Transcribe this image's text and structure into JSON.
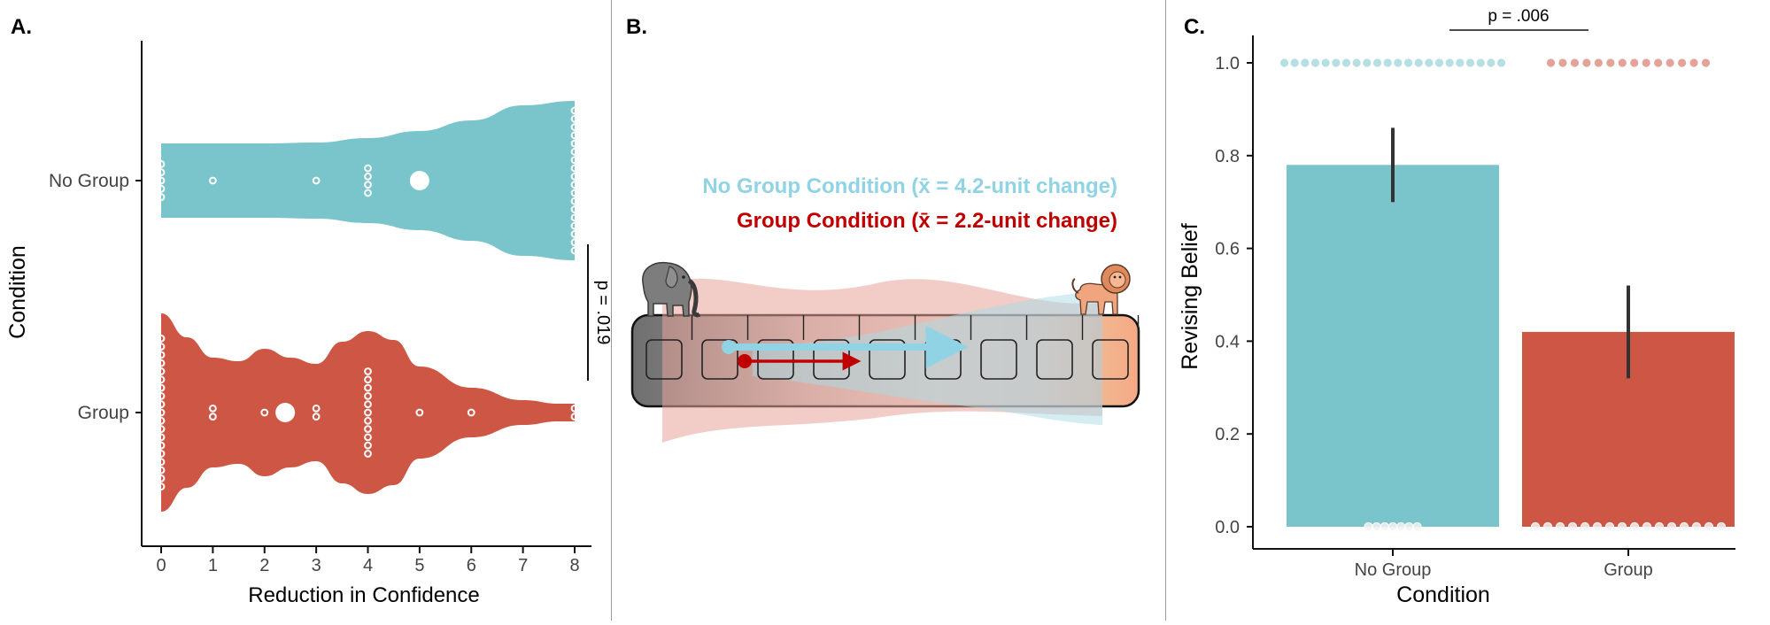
{
  "colors": {
    "teal": "#7AC4CC",
    "red": "#CD5744",
    "light_blue": "#8FD3E4",
    "dark_red": "#C00000",
    "pink": "#E8A49A",
    "panel_divider": "#9A9A9A"
  },
  "panelA": {
    "label": "A.",
    "chart_data": {
      "type": "violin",
      "xlabel": "Reduction in Confidence",
      "ylabel": "Condition",
      "xlim": [
        0,
        8
      ],
      "x_ticks": [
        "0",
        "1",
        "2",
        "3",
        "4",
        "5",
        "6",
        "7",
        "8"
      ],
      "categories": [
        "No Group",
        "Group"
      ],
      "series": [
        {
          "name": "No Group",
          "color": "#7AC4CC",
          "mean": 5.0,
          "points": [
            [
              0,
              5
            ],
            [
              1,
              1
            ],
            [
              3,
              1
            ],
            [
              4,
              4
            ],
            [
              5,
              2
            ],
            [
              8,
              18
            ]
          ]
        },
        {
          "name": "Group",
          "color": "#CD5744",
          "mean": 2.4,
          "points": [
            [
              0,
              19
            ],
            [
              1,
              2
            ],
            [
              2,
              1
            ],
            [
              3,
              2
            ],
            [
              4,
              11
            ],
            [
              5,
              1
            ],
            [
              6,
              1
            ],
            [
              8,
              2
            ]
          ]
        }
      ],
      "annotation": "p = .019"
    }
  },
  "panelB": {
    "label": "B.",
    "legend_nogroup": "No Group Condition (x̄ = 4.2-unit change)",
    "legend_group": "Group Condition (x̄ = 2.2-unit change)",
    "scale_units": 9,
    "nogroup_change": 4.2,
    "group_change": 2.2,
    "icons": [
      "elephant-icon",
      "lion-icon"
    ]
  },
  "panelC": {
    "label": "C.",
    "chart_data": {
      "type": "bar",
      "categories": [
        "No Group",
        "Group"
      ],
      "values": [
        0.78,
        0.42
      ],
      "error": [
        [
          0.7,
          0.86
        ],
        [
          0.32,
          0.52
        ]
      ],
      "colors": [
        "#7AC4CC",
        "#CD5744"
      ],
      "xlabel": "Condition",
      "ylabel": "Revising Belief",
      "ylim": [
        0,
        1.0
      ],
      "y_ticks": [
        "0.0",
        "0.2",
        "0.4",
        "0.6",
        "0.8",
        "1.0"
      ],
      "points_at_one": [
        22,
        14
      ],
      "points_at_zero": [
        7,
        16
      ],
      "annotation": "p = .006"
    }
  }
}
